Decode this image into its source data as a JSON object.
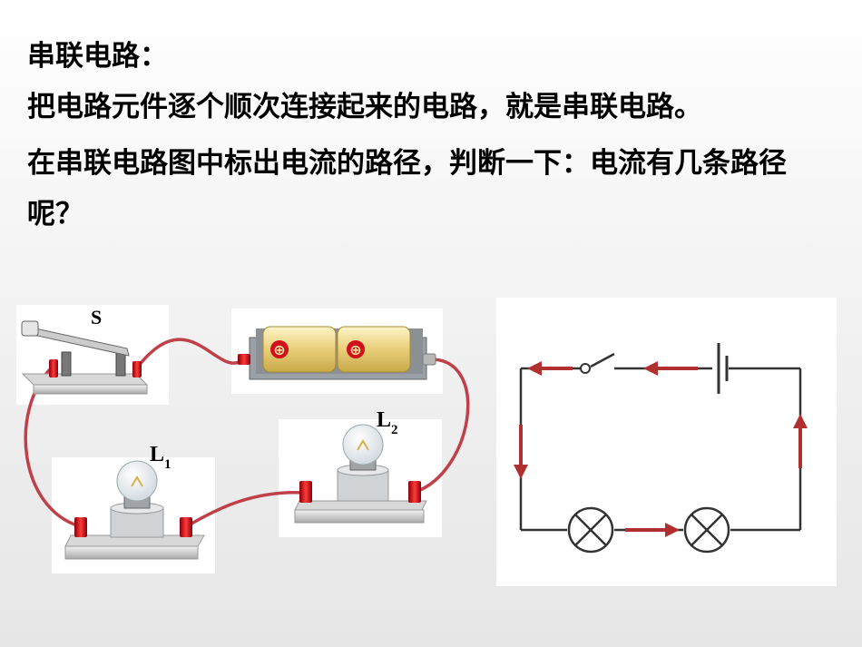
{
  "slide": {
    "heading": "串联电路：",
    "definition": "把电路元件逐个顺次连接起来的电路，就是串联电路。",
    "question": "在串联电路图中标出电流的路径，判断一下：电流有几条路径呢？"
  },
  "photo_circuit": {
    "switch_label": "S",
    "lamp1_label": "L",
    "lamp1_subscript": "1",
    "lamp2_label": "L",
    "lamp2_subscript": "2",
    "battery_symbol": "⊕",
    "wire_color": "#c0404a",
    "terminal_color": "#d0101a"
  },
  "schematic": {
    "line_color": "#333333",
    "arrow_color": "#b03030"
  }
}
